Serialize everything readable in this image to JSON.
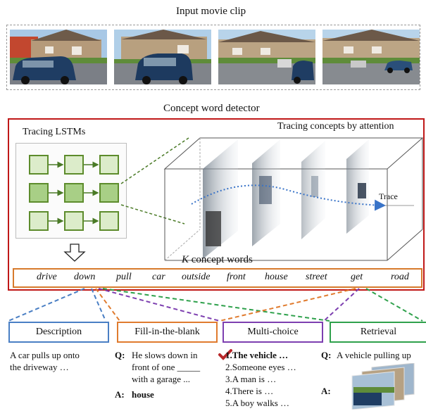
{
  "top": {
    "title": "Input movie clip"
  },
  "detector": {
    "title": "Concept word detector",
    "lstm_title": "Tracing LSTMs",
    "attention_title": "Tracing concepts by attention",
    "trace_label": "Trace",
    "words_title_k": "K",
    "words_title_rest": " concept words"
  },
  "concept_words": [
    "drive",
    "down",
    "pull",
    "car",
    "outside",
    "front",
    "house",
    "street",
    "get",
    "road"
  ],
  "tasks": {
    "description": {
      "label": "Description",
      "text1": "A car pulls up onto",
      "text2": "the driveway …"
    },
    "fill": {
      "label": "Fill-in-the-blank",
      "q": "Q:",
      "line1": "He slows down in",
      "line2": "front of one _____",
      "line3": "with a garage ...",
      "a": "A:",
      "answer": "house"
    },
    "multi": {
      "label": "Multi-choice",
      "options": [
        "1.The vehicle …",
        "2.Someone eyes …",
        "3.A man is …",
        "4.There is …",
        "5.A boy walks …"
      ]
    },
    "retrieval": {
      "label": "Retrieval",
      "q": "Q:",
      "query": "A vehicle pulling up",
      "a": "A:"
    }
  },
  "colors": {
    "detector": "#c01818",
    "words": "#d77a2c",
    "description": "#4a7fc4",
    "fill": "#e07b2e",
    "multi": "#7d3fb0",
    "retrieval": "#2fa14c"
  }
}
